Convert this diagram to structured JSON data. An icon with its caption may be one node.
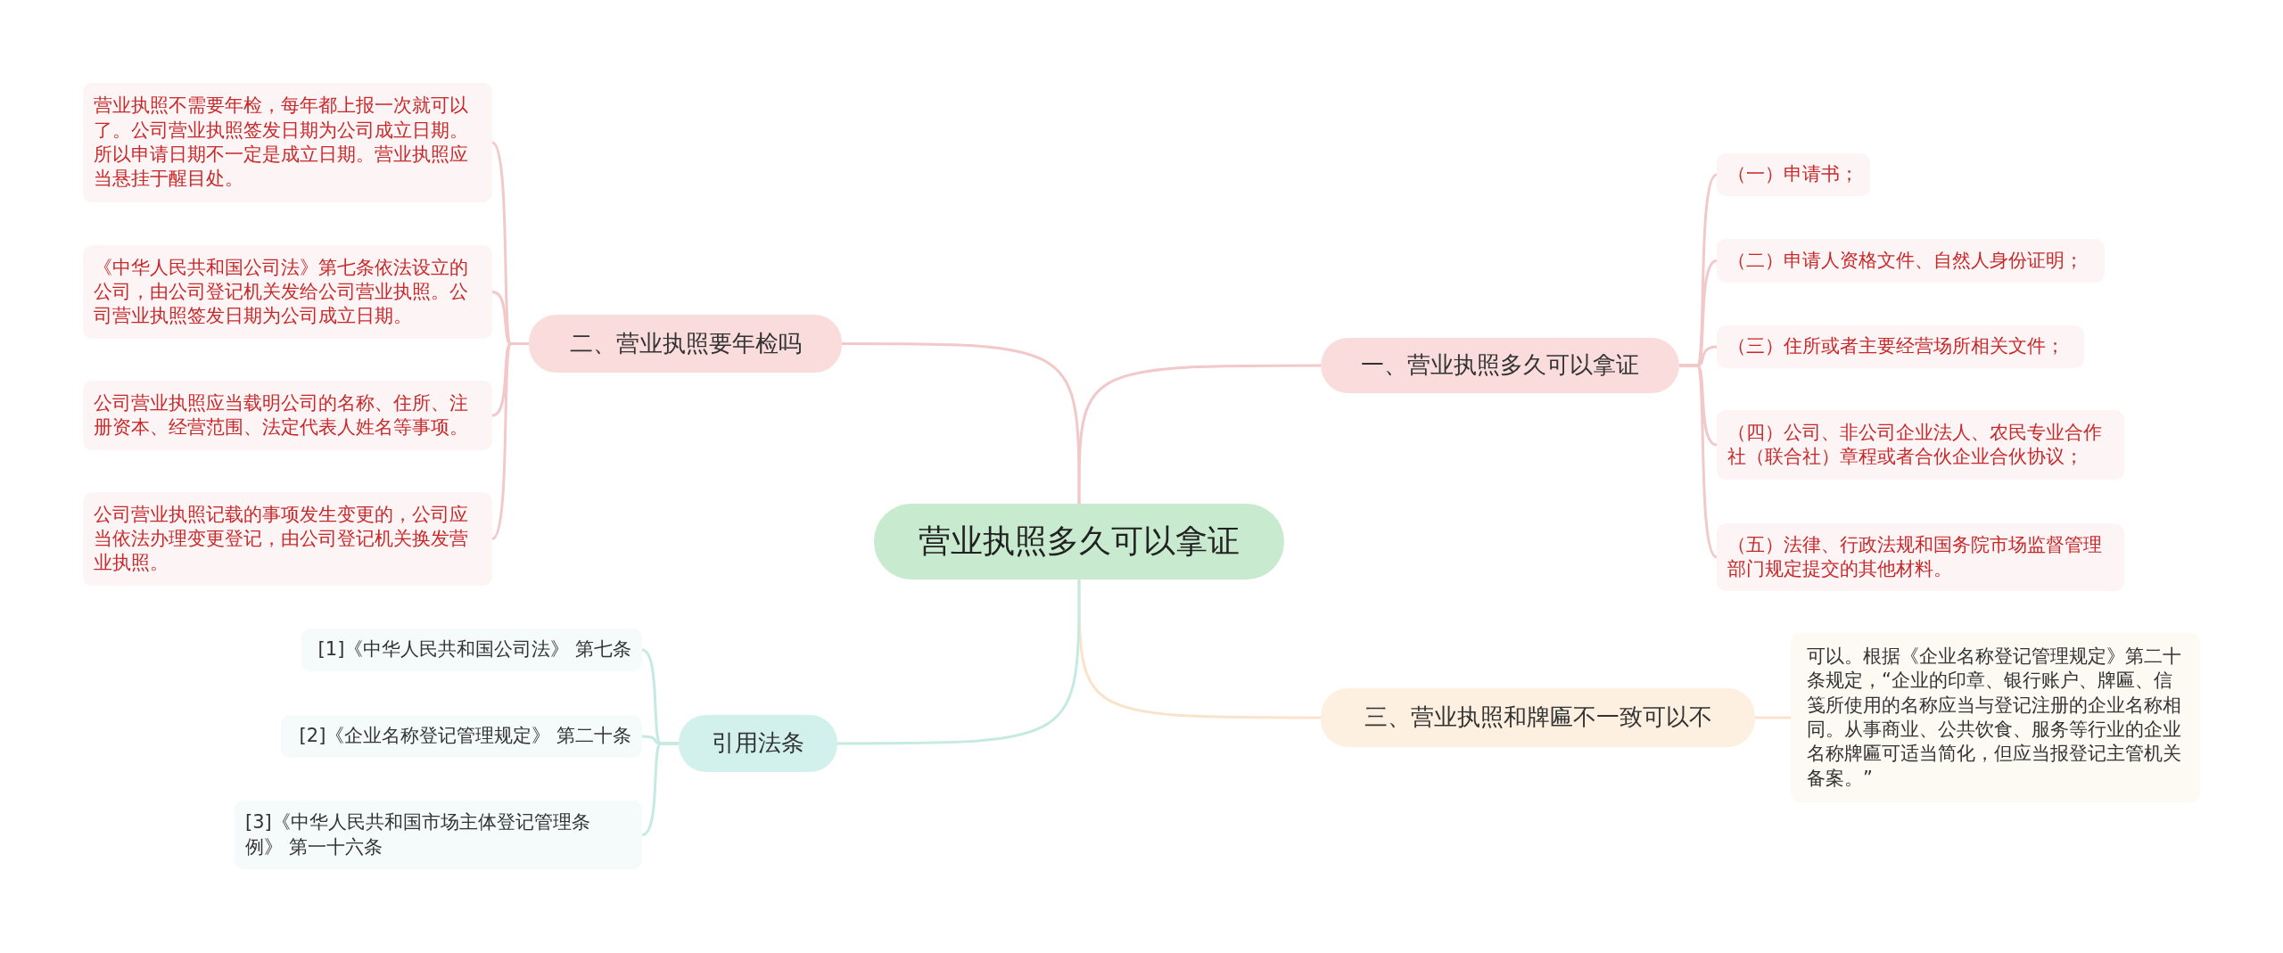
{
  "diagram": {
    "nodes": [
      {
        "text": [
          "营业执照多久可以拿证"
        ]
      },
      {
        "text": [
          "一、营业执照多久可以拿证"
        ]
      },
      {
        "text": [
          "（一）申请书；"
        ]
      },
      {
        "text": [
          "（二）申请人资格文件、自然人身份证明；"
        ]
      },
      {
        "text": [
          "（三）住所或者主要经营场所相关文件；"
        ]
      },
      {
        "text": [
          "（四）公司、非公司企业法人、农民专业合作社（联合社）章程或者合伙企业合伙协议；"
        ]
      },
      {
        "text": [
          "（五）法律、行政法规和国务院市场监督管理部门规定提交的其他材料。"
        ]
      },
      {
        "text": [
          "三、营业执照和牌匾不一致可以不"
        ]
      },
      {
        "text": [
          "可以。根据《企业名称登记管理规定》第二十条规定，“企业的印章、银行账户、牌匾、信笺所使用的名称应当与登记注册的企业名称相同。从事商业、公共饮食、服务等行业的企业名称牌匾可适当简化，但应当报登记主管机关备案。”"
        ]
      },
      {
        "text": [
          "二、营业执照要年检吗"
        ]
      },
      {
        "text": [
          "营业执照不需要年检，每年都上报一次就可以了。公司营业执照签发日期为公司成立日期。所以申请日期不一定是成立日期。营业执照应当悬挂于醒目处。"
        ]
      },
      {
        "text": [
          "《中华人民共和国公司法》第七条依法设立的公司，由公司登记机关发给公司营业执照。公司营业执照签发日期为公司成立日期。"
        ]
      },
      {
        "text": [
          "公司营业执照应当载明公司的名称、住所、注册资本、经营范围、法定代表人姓名等事项。"
        ]
      },
      {
        "text": [
          "公司营业执照记载的事项发生变更的，公司应当依法办理变更登记，由公司登记机关换发营业执照。"
        ]
      },
      {
        "text": [
          "引用法条"
        ]
      },
      {
        "text": [
          "[1]《中华人民共和国公司法》 第七条"
        ]
      },
      {
        "text": [
          "[2]《企业名称登记管理规定》 第二十条"
        ]
      },
      {
        "text": [
          "[3]《中华人民共和国市场主体登记管理条例》 第一十六条"
        ]
      }
    ],
    "edges": [
      {
        "from": 0,
        "to": 1,
        "arrow": "none"
      },
      {
        "from": 1,
        "to": 2,
        "arrow": "none"
      },
      {
        "from": 1,
        "to": 3,
        "arrow": "none"
      },
      {
        "from": 1,
        "to": 4,
        "arrow": "none"
      },
      {
        "from": 1,
        "to": 5,
        "arrow": "none"
      },
      {
        "from": 1,
        "to": 6,
        "arrow": "none"
      },
      {
        "from": 0,
        "to": 7,
        "arrow": "none",
        "color": "#fbe3cb"
      },
      {
        "from": 7,
        "to": 8,
        "arrow": "none",
        "color": "#fbe3cb"
      },
      {
        "from": 0,
        "to": 9,
        "arrow": "none"
      },
      {
        "from": 9,
        "to": 10,
        "arrow": "none"
      },
      {
        "from": 9,
        "to": 11,
        "arrow": "none"
      },
      {
        "from": 9,
        "to": 12,
        "arrow": "none"
      },
      {
        "from": 9,
        "to": 13,
        "arrow": "none"
      },
      {
        "from": 0,
        "to": 14,
        "arrow": "none",
        "color": "#c4eae2"
      },
      {
        "from": 14,
        "to": 15,
        "arrow": "none",
        "color": "#c4eae2"
      },
      {
        "from": 14,
        "to": 16,
        "arrow": "none",
        "color": "#c4eae2"
      },
      {
        "from": 14,
        "to": 17,
        "arrow": "none",
        "color": "#c4eae2"
      }
    ]
  }
}
